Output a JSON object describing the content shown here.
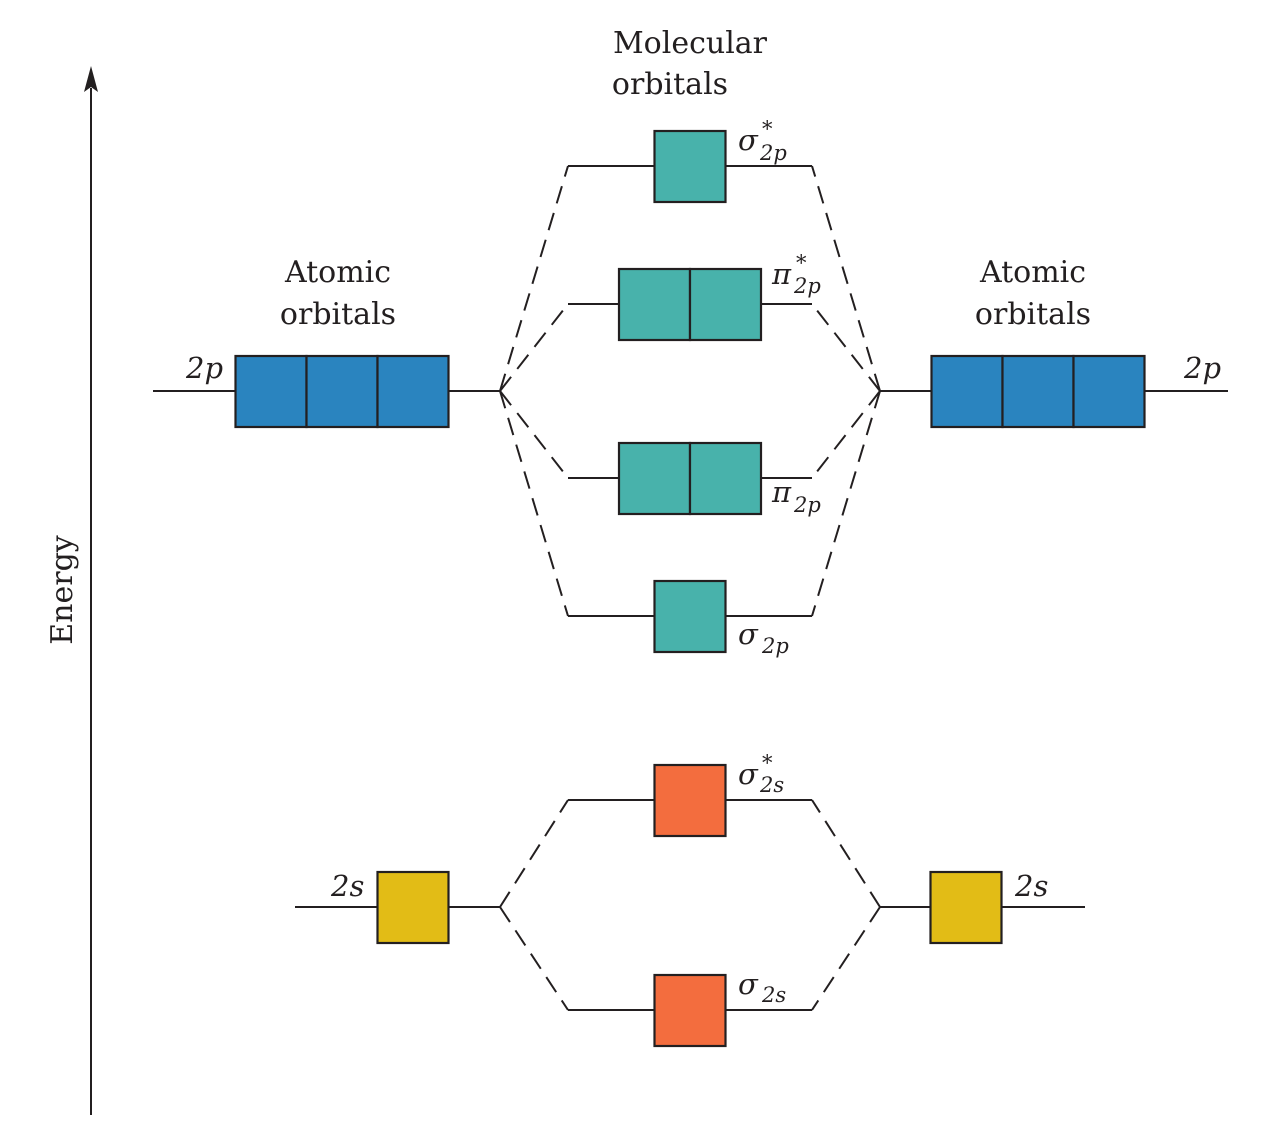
{
  "axis": {
    "label": "Energy"
  },
  "headings": {
    "molecular": [
      "Molecular",
      "orbitals"
    ],
    "atomic_left": [
      "Atomic",
      "orbitals"
    ],
    "atomic_right": [
      "Atomic",
      "orbitals"
    ]
  },
  "colors": {
    "atomic_2p": "#2a84bf",
    "molecular_2p": "#48b2ab",
    "molecular_2s": "#f36d3e",
    "atomic_2s": "#e2bc16",
    "ink": "#231f20"
  },
  "atomic_orbitals": {
    "left_2p": {
      "label": "2p",
      "boxes": 3
    },
    "right_2p": {
      "label": "2p",
      "boxes": 3
    },
    "left_2s": {
      "label": "2s",
      "boxes": 1
    },
    "right_2s": {
      "label": "2s",
      "boxes": 1
    }
  },
  "molecular_orbitals": [
    {
      "id": "sigma-star-2p",
      "symbol": "σ",
      "star": "*",
      "subscript": "2p",
      "boxes": 1,
      "type": "antibonding"
    },
    {
      "id": "pi-star-2p",
      "symbol": "π",
      "star": "*",
      "subscript": "2p",
      "boxes": 2,
      "type": "antibonding"
    },
    {
      "id": "pi-2p",
      "symbol": "π",
      "star": "",
      "subscript": "2p",
      "boxes": 2,
      "type": "bonding"
    },
    {
      "id": "sigma-2p",
      "symbol": "σ",
      "star": "",
      "subscript": "2p",
      "boxes": 1,
      "type": "bonding"
    },
    {
      "id": "sigma-star-2s",
      "symbol": "σ",
      "star": "*",
      "subscript": "2s",
      "boxes": 1,
      "type": "antibonding"
    },
    {
      "id": "sigma-2s",
      "symbol": "σ",
      "star": "",
      "subscript": "2s",
      "boxes": 1,
      "type": "bonding"
    }
  ]
}
